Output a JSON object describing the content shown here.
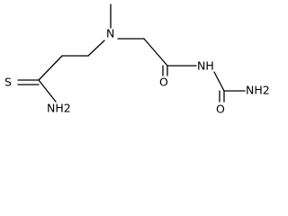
{
  "molecule": {
    "atoms": {
      "thione_sulfur": "S",
      "thioamide_nitrogen": "NH2",
      "tertiary_amine": "N",
      "carbonyl_oxygen_amide": "O",
      "imide_nitrogen": "NH",
      "carbonyl_oxygen_urea": "O",
      "urea_nitrogen": "NH2"
    },
    "colors": {
      "bond": "#000000",
      "label": "#000000",
      "background": "#ffffff"
    }
  }
}
